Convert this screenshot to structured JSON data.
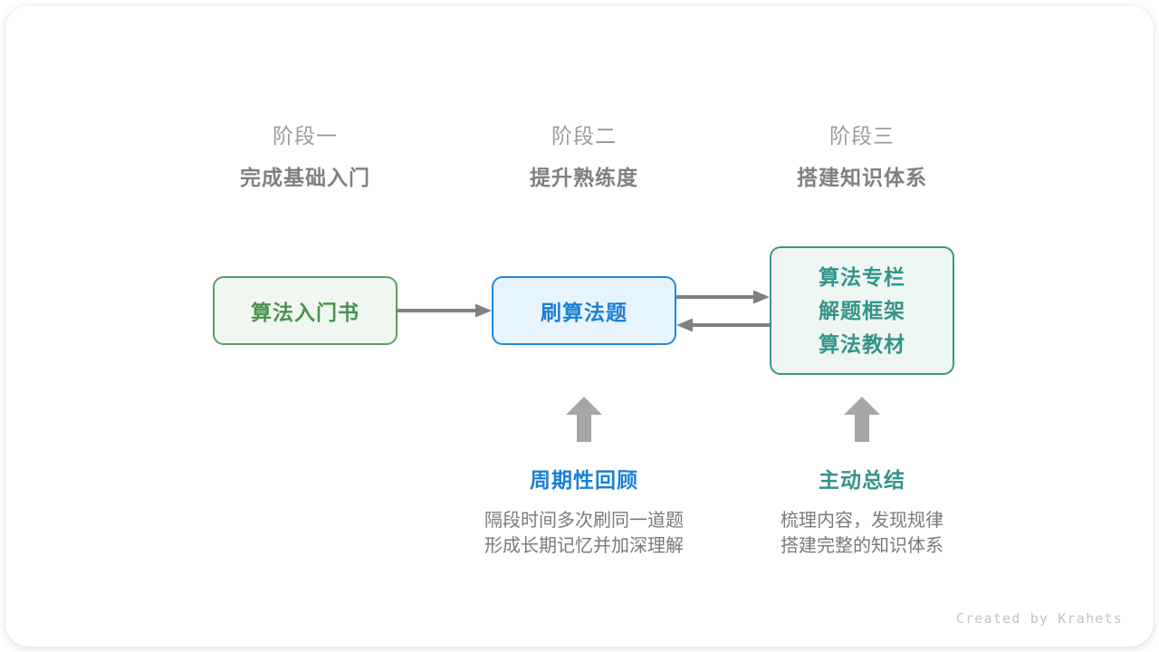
{
  "stages": [
    {
      "phase": "阶段一",
      "title": "完成基础入门"
    },
    {
      "phase": "阶段二",
      "title": "提升熟练度"
    },
    {
      "phase": "阶段三",
      "title": "搭建知识体系"
    }
  ],
  "nodes": {
    "book": {
      "label": "算法入门书",
      "border_color": "#5a9e5e",
      "fill_color": "#f0f7f0",
      "text_color": "#4b9150"
    },
    "practice": {
      "label": "刷算法题",
      "border_color": "#1e88e0",
      "fill_color": "#e8f4fd",
      "text_color": "#1c7fd6"
    },
    "knowledge": {
      "lines": [
        "算法专栏",
        "解题框架",
        "算法教材"
      ],
      "border_color": "#3a948b",
      "fill_color": "#eef6f4",
      "text_color": "#339489"
    }
  },
  "arrows": {
    "color": "#808080",
    "up_color": "#a6a6a6"
  },
  "notes": [
    {
      "title": "周期性回顾",
      "line1": "隔段时间多次刷同一道题",
      "line2": "形成长期记忆并加深理解",
      "color": "#1c7fd6"
    },
    {
      "title": "主动总结",
      "line1": "梳理内容，发现规律",
      "line2": "搭建完整的知识体系",
      "color": "#339489"
    }
  ],
  "footer": "Created by Krahets"
}
